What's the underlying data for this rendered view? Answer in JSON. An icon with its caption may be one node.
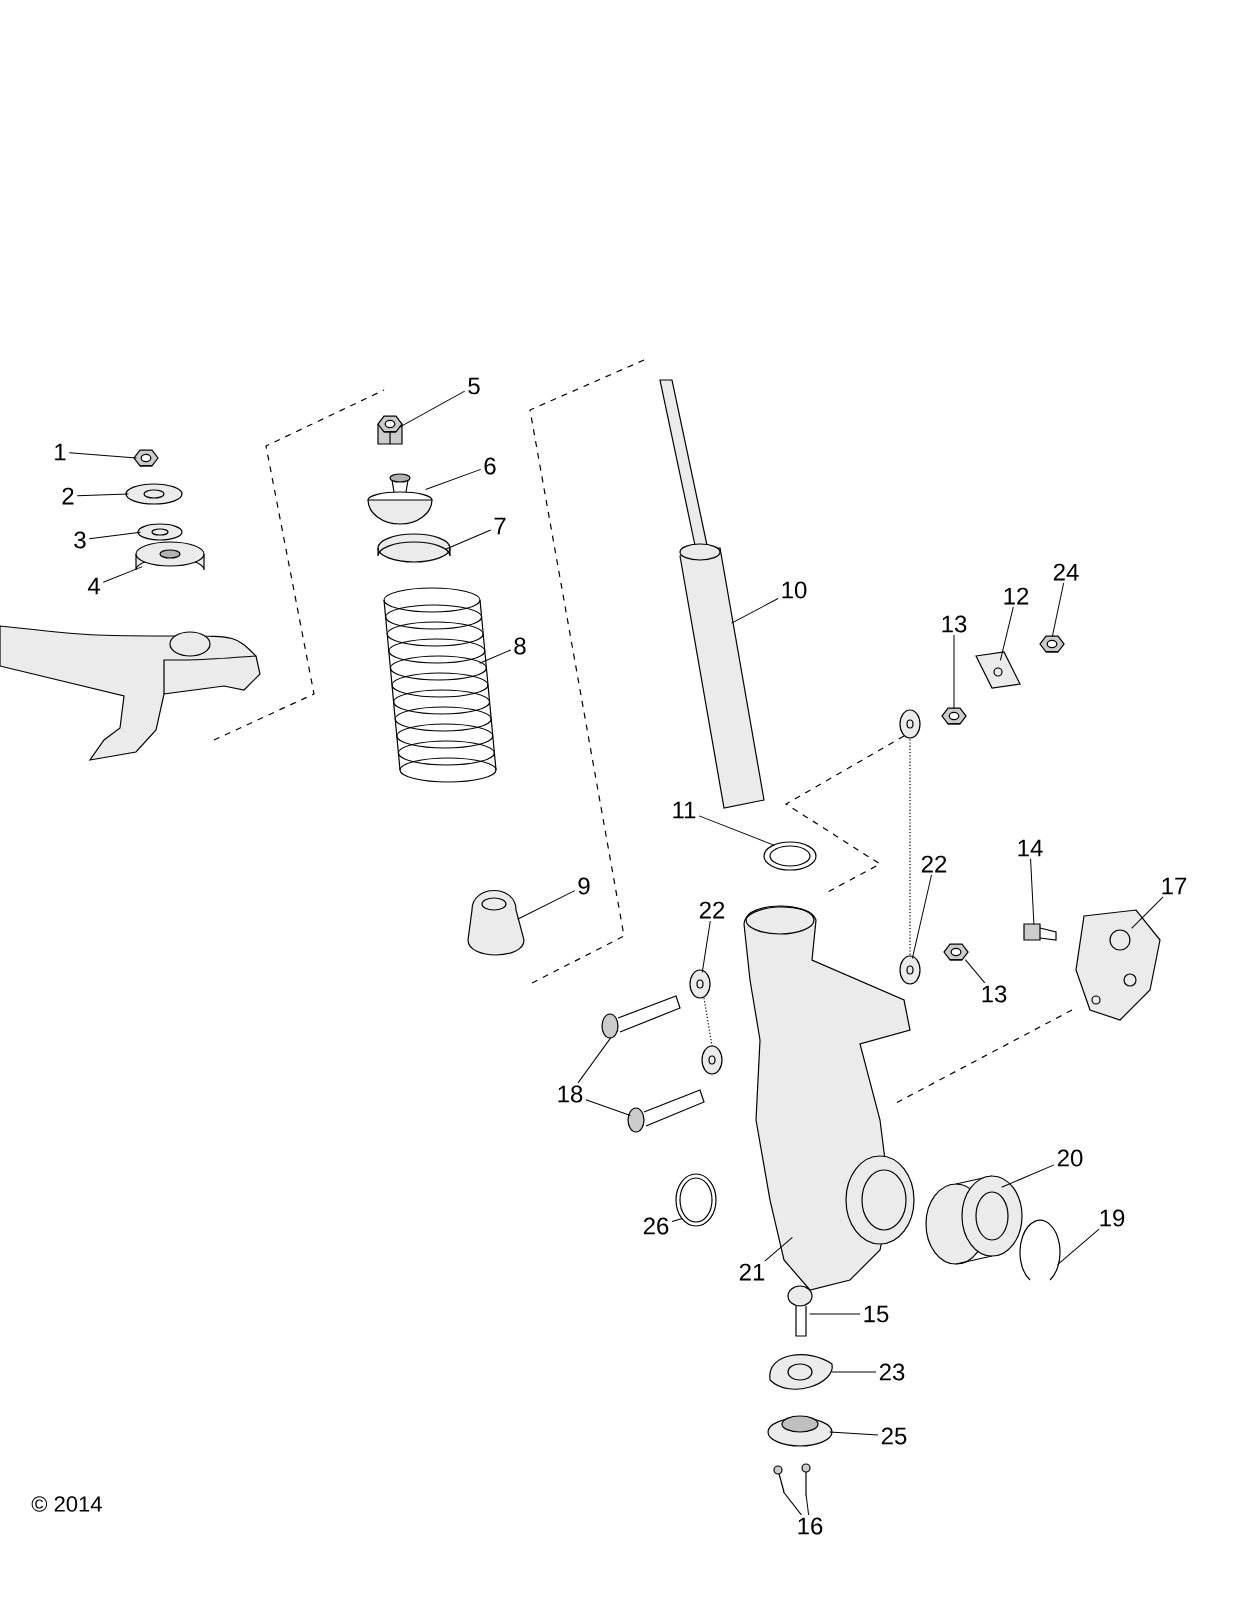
{
  "diagram": {
    "nodes": [
      {
        "text": [
          "1"
        ]
      },
      {
        "text": [
          "2"
        ]
      },
      {
        "text": [
          "3"
        ]
      },
      {
        "text": [
          "4"
        ]
      },
      {
        "text": [
          "5"
        ]
      },
      {
        "text": [
          "6"
        ]
      },
      {
        "text": [
          "7"
        ]
      },
      {
        "text": [
          "8"
        ]
      },
      {
        "text": [
          "9"
        ]
      },
      {
        "text": [
          "10"
        ]
      },
      {
        "text": [
          "11"
        ]
      },
      {
        "text": [
          "12"
        ]
      },
      {
        "text": [
          "13"
        ]
      },
      {
        "text": [
          "24"
        ]
      },
      {
        "text": [
          "22"
        ]
      },
      {
        "text": [
          "22"
        ]
      },
      {
        "text": [
          "14"
        ]
      },
      {
        "text": [
          "17"
        ]
      },
      {
        "text": [
          "13"
        ]
      },
      {
        "text": [
          "18"
        ]
      },
      {
        "text": [
          "26"
        ]
      },
      {
        "text": [
          "21"
        ]
      },
      {
        "text": [
          "20"
        ]
      },
      {
        "text": [
          "19"
        ]
      },
      {
        "text": [
          "15"
        ]
      },
      {
        "text": [
          "23"
        ]
      },
      {
        "text": [
          "25"
        ]
      },
      {
        "text": [
          "16"
        ]
      },
      {
        "text": [],
        "shape": "picture"
      },
      {
        "text": [],
        "shape": "picture"
      },
      {
        "text": [],
        "shape": "picture"
      },
      {
        "text": [],
        "shape": "picture"
      },
      {
        "text": [],
        "shape": "picture"
      },
      {
        "text": [],
        "shape": "picture"
      },
      {
        "text": [],
        "shape": "picture"
      },
      {
        "text": [],
        "shape": "picture"
      },
      {
        "text": [],
        "shape": "picture"
      },
      {
        "text": [],
        "shape": "picture"
      },
      {
        "text": [],
        "shape": "picture"
      },
      {
        "text": [],
        "shape": "picture"
      },
      {
        "text": [],
        "shape": "picture"
      },
      {
        "text": [],
        "shape": "picture"
      },
      {
        "text": [],
        "shape": "picture"
      },
      {
        "text": [],
        "shape": "picture"
      },
      {
        "text": [],
        "shape": "picture"
      },
      {
        "text": [],
        "shape": "picture"
      },
      {
        "text": [],
        "shape": "picture"
      },
      {
        "text": [],
        "shape": "picture"
      },
      {
        "text": [],
        "shape": "picture"
      },
      {
        "text": [],
        "shape": "picture"
      },
      {
        "text": [],
        "shape": "picture"
      },
      {
        "text": [],
        "shape": "picture"
      },
      {
        "text": [],
        "shape": "picture"
      },
      {
        "text": [],
        "shape": "picture"
      },
      {
        "text": [],
        "shape": "picture"
      },
      {
        "text": [],
        "shape": "picture"
      },
      {
        "text": [],
        "shape": "picture"
      },
      {
        "text": [],
        "shape": "picture"
      }
    ],
    "edges": [
      {
        "from": 0,
        "to": 28,
        "arrow": "none"
      },
      {
        "from": 1,
        "to": 29,
        "arrow": "none"
      },
      {
        "from": 2,
        "to": 30,
        "arrow": "none"
      },
      {
        "from": 3,
        "to": 31,
        "arrow": "none"
      },
      {
        "from": 4,
        "to": 32,
        "arrow": "none"
      },
      {
        "from": 5,
        "to": 33,
        "arrow": "none"
      },
      {
        "from": 6,
        "to": 34,
        "arrow": "none"
      },
      {
        "from": 7,
        "to": 35,
        "arrow": "none"
      },
      {
        "from": 8,
        "to": 36,
        "arrow": "none"
      },
      {
        "from": 9,
        "to": 37,
        "arrow": "none"
      },
      {
        "from": 10,
        "to": 38,
        "arrow": "none"
      },
      {
        "from": 11,
        "to": 39,
        "arrow": "none"
      },
      {
        "from": 12,
        "to": 40,
        "arrow": "none"
      },
      {
        "from": 13,
        "to": 41,
        "arrow": "none"
      },
      {
        "from": 14,
        "to": 42,
        "arrow": "none"
      },
      {
        "from": 15,
        "to": 43,
        "arrow": "none"
      },
      {
        "from": 16,
        "to": 44,
        "arrow": "none"
      },
      {
        "from": 17,
        "to": 45,
        "arrow": "none"
      },
      {
        "from": 18,
        "to": 46,
        "arrow": "none"
      },
      {
        "from": 19,
        "to": 47,
        "arrow": "none"
      },
      {
        "from": 19,
        "to": 48,
        "arrow": "none"
      },
      {
        "from": 20,
        "to": 49,
        "arrow": "none"
      },
      {
        "from": 21,
        "to": 50,
        "arrow": "none"
      },
      {
        "from": 22,
        "to": 51,
        "arrow": "none"
      },
      {
        "from": 23,
        "to": 52,
        "arrow": "none"
      },
      {
        "from": 24,
        "to": 53,
        "arrow": "none"
      },
      {
        "from": 25,
        "to": 54,
        "arrow": "none"
      },
      {
        "from": 26,
        "to": 55,
        "arrow": "none"
      },
      {
        "from": 27,
        "to": 56,
        "arrow": "none"
      },
      {
        "from": 27,
        "to": 57,
        "arrow": "none"
      }
    ],
    "labels": [
      "© 2014"
    ]
  }
}
